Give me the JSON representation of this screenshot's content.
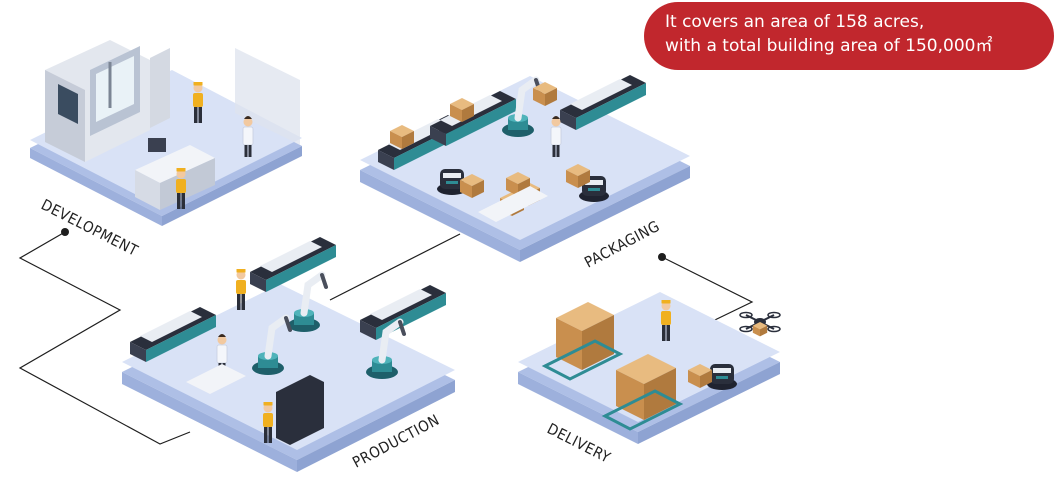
{
  "banner": {
    "line1": "It covers an area of 158 acres,",
    "line2": "with a total building area of 150,000㎡"
  },
  "zones": {
    "development": "DEVELOPMENT",
    "packaging": "PACKAGING",
    "production": "PRODUCTION",
    "delivery": "DELIVERY"
  },
  "colors": {
    "banner": "#c1272d",
    "platform_top": "#d9e2f6",
    "platform_side": "#aebfe6",
    "teal": "#2e8c94",
    "box": "#d9a566",
    "worker_vest": "#f0b020"
  },
  "icons": [
    "drone-icon",
    "mobile-robot-icon",
    "robotic-arm-icon",
    "worker-icon",
    "cardboard-box-icon",
    "cnc-machine-icon"
  ]
}
